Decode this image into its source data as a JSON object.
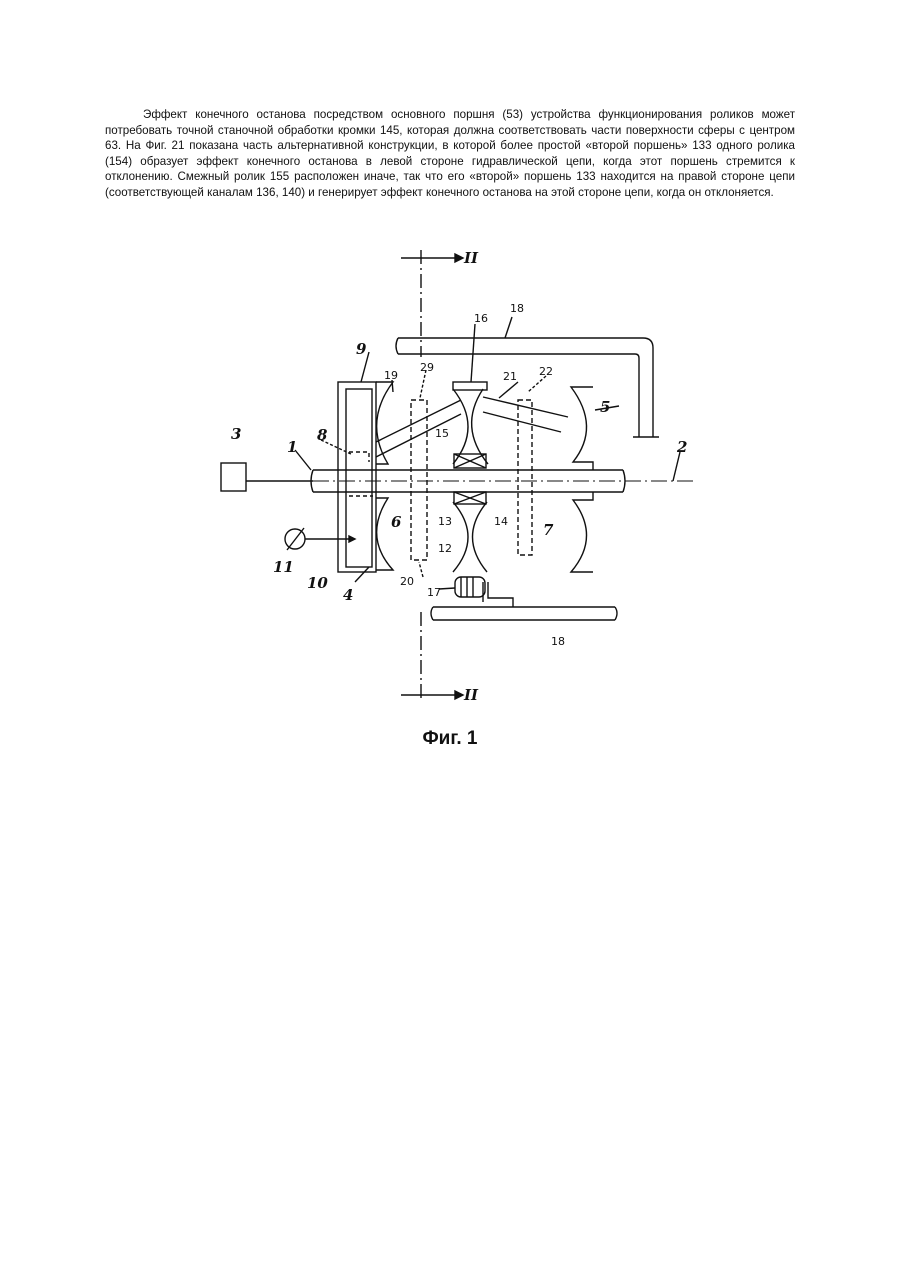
{
  "document": {
    "paragraph": "Эффект конечного останова посредством основного поршня (53) устройства функционирования роликов может потребовать точной станочной обработки кромки 145, которая должна соответствовать части поверхности сферы с центром 63. На Фиг. 21 показана часть альтернативной конструкции, в которой более простой «второй поршень» 133 одного ролика (154) образует эффект конечного останова в левой стороне гидравлической цепи, когда этот поршень стремится к отклонению. Смежный ролик 155 расположен иначе, так что его «второй» поршень 133 находится на правой стороне цепи (соответствующей каналам 136, 140) и генерирует эффект конечного останова на этой стороне цепи, когда он отклоняется.",
    "figure_caption": "Фиг. 1"
  },
  "figure_labels": {
    "section_top": "II",
    "section_bottom": "II",
    "l1": "1",
    "l2": "2",
    "l3": "3",
    "l4": "4",
    "l5": "5",
    "l6": "6",
    "l7": "7",
    "l8": "8",
    "l9": "9",
    "l10": "10",
    "l11": "11",
    "l12": "12",
    "l13": "13",
    "l14": "14",
    "l15": "15",
    "l16": "16",
    "l17": "17",
    "l18_top": "18",
    "l18_bottom": "18",
    "l19": "19",
    "l20": "20",
    "l21": "21",
    "l22": "22",
    "l29": "29"
  }
}
